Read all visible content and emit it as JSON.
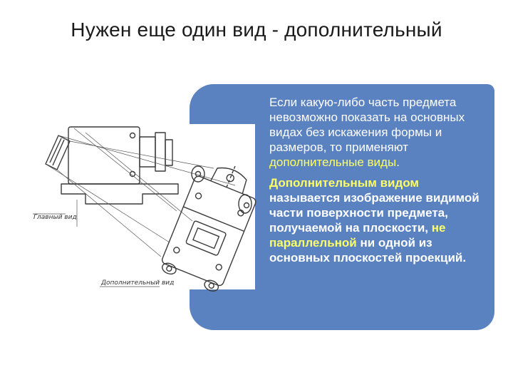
{
  "slide": {
    "title": "Нужен еще один вид - дополнительный"
  },
  "drawing": {
    "label_main_view": "Главный вид",
    "label_auxiliary_view": "Дополнительный вид"
  },
  "text": {
    "para1_part1": "Если какую-либо часть предмета невозможно показать на основных видах без искажения формы и размеров, то применяют ",
    "para1_highlight": "дополнительные виды",
    "para1_end": ".",
    "para2_highlight": "Дополнительным видом",
    "para2_part1": " называется изображение видимой части поверхности предмета, получаемой на плоскости, ",
    "para2_highlight2": "не параллельной",
    "para2_part2": " ни одной из основных плоскостей проекций."
  },
  "colors": {
    "panel": "#5a82c0",
    "highlight": "#ffff66",
    "text": "#ffffff"
  }
}
